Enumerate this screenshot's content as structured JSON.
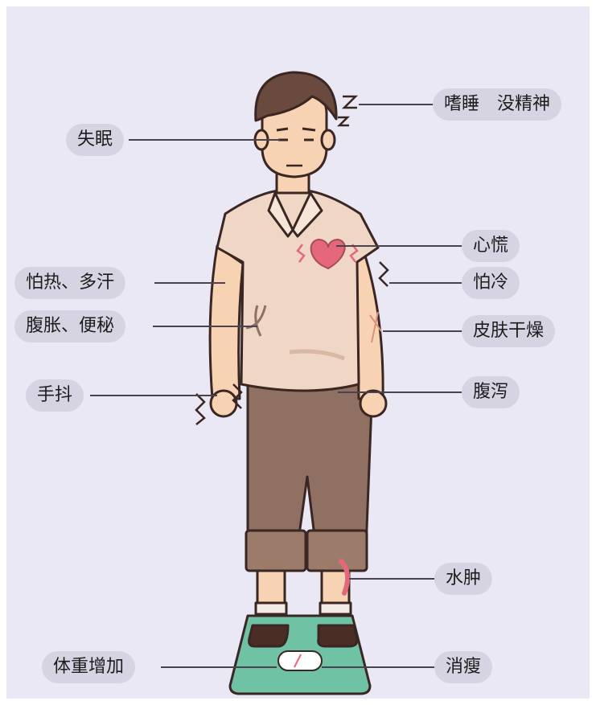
{
  "labels": {
    "sleepy": "嗜睡　没精神",
    "insomnia": "失眠",
    "palpitation": "心慌",
    "heat_sweat": "怕热、多汗",
    "cold": "怕冷",
    "bloating": "腹胀、便秘",
    "dry_skin": "皮肤干燥",
    "tremor": "手抖",
    "diarrhea": "腹泻",
    "edema": "水肿",
    "weight_gain": "体重增加",
    "weight_loss": "消瘦"
  },
  "colors": {
    "background": "#ebe8f6",
    "label_bg": "#d6d4e3",
    "shirt": "#f0d6c4",
    "pants": "#8f7062",
    "skin": "#f7d2b3",
    "hair": "#6a4a3e",
    "scale": "#70c2a4",
    "heart": "#e5687a"
  }
}
